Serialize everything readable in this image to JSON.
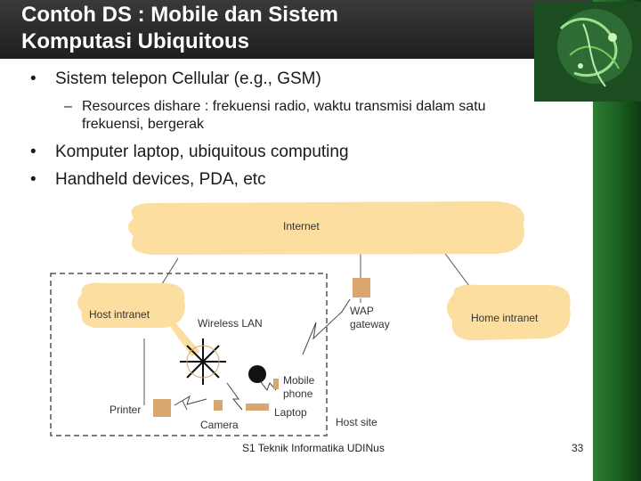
{
  "slide": {
    "title_line1": "Contoh DS : Mobile dan Sistem",
    "title_line2": "Komputasi Ubiquitous",
    "bullets": [
      "Sistem telepon Cellular (e.g., GSM)",
      "Komputer laptop, ubiquitous computing",
      "Handheld devices, PDA, etc"
    ],
    "sub_bullet": "Resources dishare : frekuensi radio, waktu transmisi dalam satu frekuensi, bergerak",
    "bullet_symbol": "•",
    "dash_symbol": "–"
  },
  "diagram": {
    "internet": "Internet",
    "host_intranet": "Host intranet",
    "home_intranet": "Home intranet",
    "wireless_lan": "Wireless LAN",
    "wap_line1": "WAP",
    "wap_line2": "gateway",
    "mobile_line1": "Mobile",
    "mobile_line2": "phone",
    "printer": "Printer",
    "camera": "Camera",
    "laptop": "Laptop",
    "host_site": "Host site"
  },
  "footer": {
    "text": "S1 Teknik Informatika UDINus",
    "page": "33"
  },
  "colors": {
    "cloud": "#fcdea0",
    "device": "#d9a66e",
    "header": "#2a2a2a",
    "accent_green": "#2e7d32"
  }
}
